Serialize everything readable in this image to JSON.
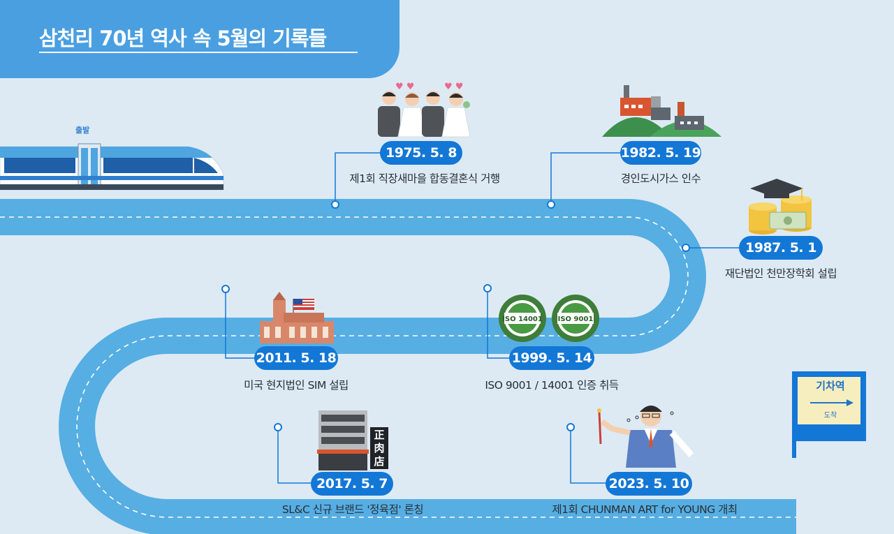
{
  "header": {
    "title": "삼천리 70년 역사 속 5월의 기록들"
  },
  "train": {
    "start_label": "출발"
  },
  "station": {
    "name": "기차역",
    "arrival_label": "도착"
  },
  "events": [
    {
      "date": "1975. 5. 8",
      "caption": "제1회 직장새마을 합동결혼식 거행",
      "icon": "wedding-couples-icon"
    },
    {
      "date": "1982. 5. 19",
      "caption": "경인도시가스 인수",
      "icon": "factory-icon"
    },
    {
      "date": "1987. 5. 1",
      "caption": "재단법인 천만장학회 설립",
      "icon": "graduation-money-icon"
    },
    {
      "date": "2011. 5. 18",
      "caption": "미국 현지법인 SIM 설립",
      "icon": "us-building-icon"
    },
    {
      "date": "1999. 5. 14",
      "caption": "ISO 9001 / 14001 인증 취득",
      "icon": "iso-certified-icon"
    },
    {
      "date": "2017. 5. 7",
      "caption": "SL&C 신규 브랜드 '정육점' 론칭",
      "icon": "butcher-shop-icon"
    },
    {
      "date": "2023. 5. 10",
      "caption": "제1회 CHUNMAN ART for YOUNG 개최",
      "icon": "artist-icon"
    }
  ],
  "iso_badges": [
    "ISO 14001",
    "ISO 9001"
  ],
  "shop_sign": "正肉店",
  "colors": {
    "background": "#ddeaf4",
    "road": "#56aee3",
    "accent": "#1377d6",
    "title_panel": "#4a9fe1"
  }
}
